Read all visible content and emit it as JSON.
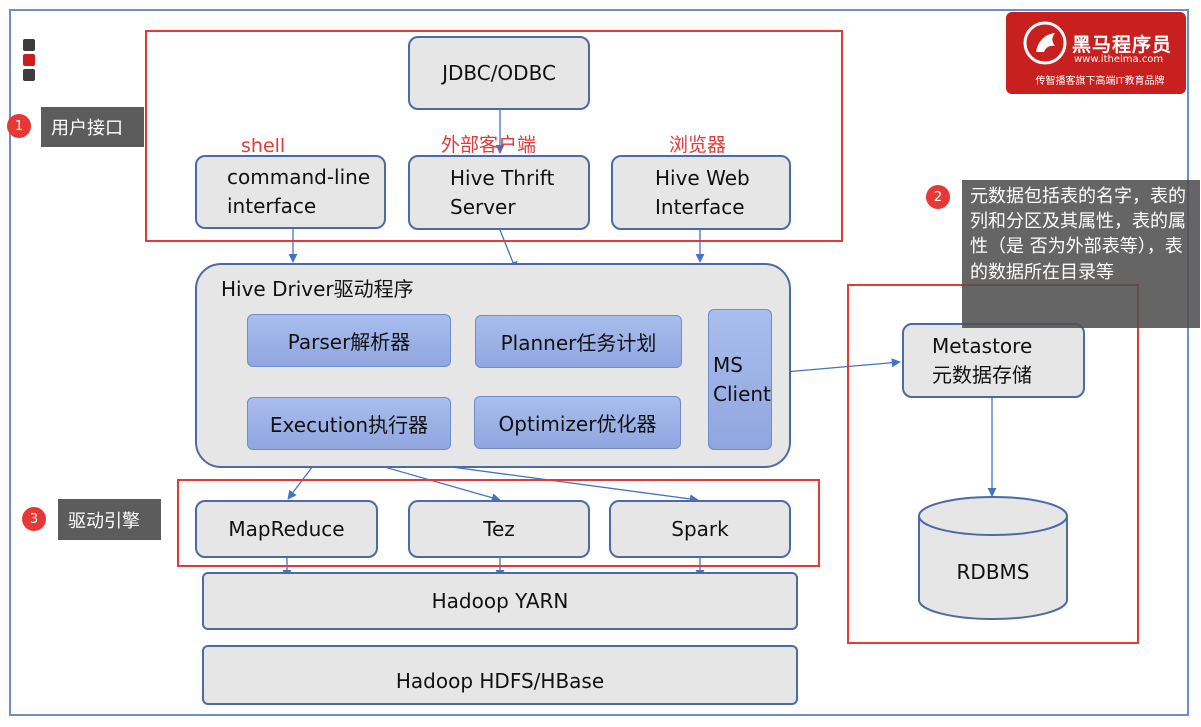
{
  "logo": {
    "name": "黑马程序员",
    "url": "www.itheima.com",
    "slogan": "传智播客旗下高端IT教育品牌"
  },
  "nav_squares": [
    "#3d3d3d",
    "#c8201f",
    "#3d3d3d"
  ],
  "interfaces": {
    "jdbc": "JDBC/ODBC",
    "cli_line1": "command-line",
    "cli_line2": "interface",
    "thrift_line1": "Hive Thrift",
    "thrift_line2": "Server",
    "web_line1": "Hive Web",
    "web_line2": "Interface",
    "label_shell": "shell",
    "label_client": "外部客户端",
    "label_browser": "浏览器"
  },
  "driver": {
    "title": "Hive Driver驱动程序",
    "parser": "Parser解析器",
    "planner": "Planner任务计划",
    "execution": "Execution执行器",
    "optimizer": "Optimizer优化器",
    "ms_line1": "MS",
    "ms_line2": "Client"
  },
  "engines": [
    "MapReduce",
    "Tez",
    "Spark"
  ],
  "yarn": "Hadoop YARN",
  "hdfs": "Hadoop HDFS/HBase",
  "metastore": {
    "line1": "Metastore",
    "line2": "元数据存储",
    "db": "RDBMS"
  },
  "annotations": [
    {
      "num": "1",
      "text": "用户接口"
    },
    {
      "num": "2",
      "text": "元数据包括表的名字，表的列和分区及其属性，表的属性（是 否为外部表等），表的数据所在目录等"
    },
    {
      "num": "3",
      "text": "驱动引擎"
    }
  ],
  "colors": {
    "red": "#e03a3a",
    "box_border": "#4a6aa8",
    "box_fill": "#e6e6e6",
    "inner_fill": "#9eb3e8",
    "arrow": "#4472c4",
    "tag": "#5c5c5c"
  }
}
